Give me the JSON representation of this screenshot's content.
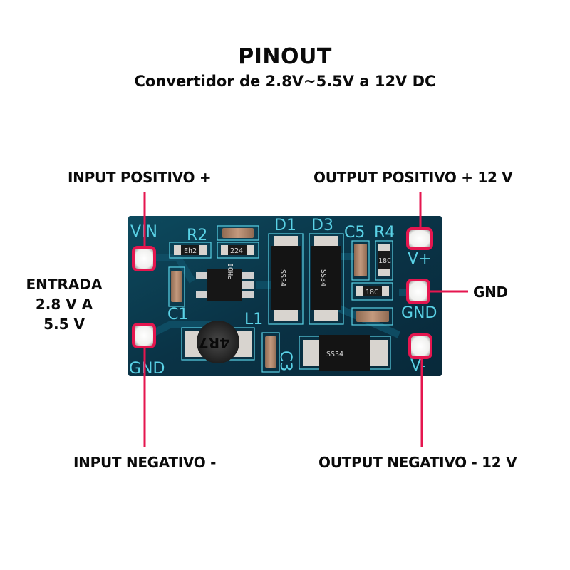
{
  "header": {
    "title": "PINOUT",
    "subtitle": "Convertidor de 2.8V~5.5V a 12V DC"
  },
  "labels": {
    "input_positive": "INPUT POSITIVO +",
    "output_positive": "OUTPUT POSITIVO + 12 V",
    "gnd": "GND",
    "input_negative": "INPUT NEGATIVO -",
    "output_negative": "OUTPUT NEGATIVO - 12 V",
    "entrada": [
      "ENTRADA",
      "2.8 V A",
      "5.5 V"
    ]
  },
  "board": {
    "silkscreen": {
      "vin": "VIN",
      "gnd_left": "GND",
      "vplus": "V+",
      "gnd_right": "GND",
      "vminus": "V-",
      "r2": "R2",
      "c1": "C1",
      "l1": "L1",
      "d1": "D1",
      "d3": "D3",
      "c5": "C5",
      "r4": "R4",
      "c3": "C3"
    },
    "component_markings": {
      "r2_resistor": "Eh2",
      "cap_224": "224",
      "ic": "PHOI",
      "inductor": "4R7",
      "d1_diode": "SS34",
      "d3_diode": "SS34",
      "bottom_diode": "SS34",
      "r4_resistor": "18C",
      "mid_resistor": "18C"
    }
  },
  "colors": {
    "accent": "#e5164f",
    "pcb": "#0a3a4c",
    "silkscreen": "#5ad2e6",
    "text": "#0a0a0a"
  }
}
